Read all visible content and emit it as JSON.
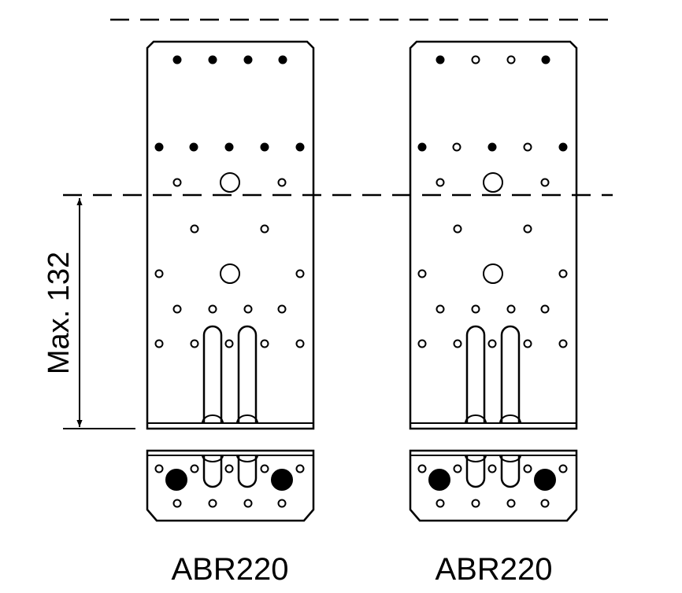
{
  "dimension": {
    "label": "Max. 132"
  },
  "brackets": [
    {
      "label": "ABR220"
    },
    {
      "label": "ABR220"
    }
  ]
}
